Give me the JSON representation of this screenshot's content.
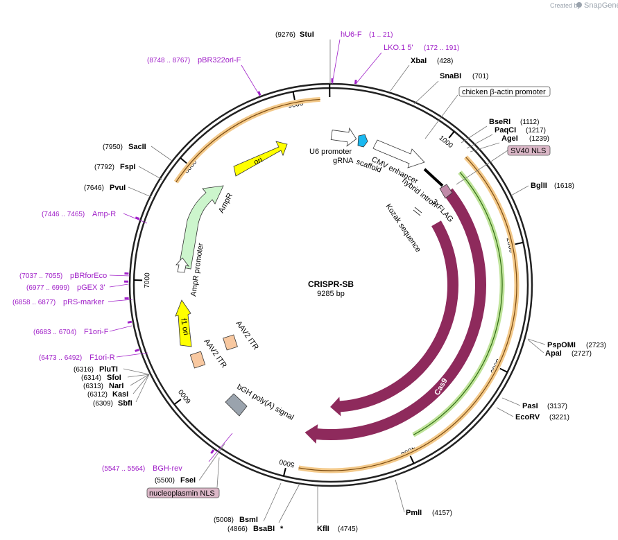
{
  "branding": {
    "created_by": "Created by",
    "app": "SnapGene"
  },
  "plasmid": {
    "name": "CRISPR-SB",
    "size": "9285 bp"
  },
  "ticks": [
    "1000",
    "2000",
    "3000",
    "4000",
    "5000",
    "6000",
    "7000",
    "8000",
    "9000"
  ],
  "enzymes": [
    {
      "name": "StuI",
      "pos": "(9276)"
    },
    {
      "name": "XbaI",
      "pos": "(428)"
    },
    {
      "name": "SnaBI",
      "pos": "(701)"
    },
    {
      "name": "BseRI",
      "pos": "(1112)"
    },
    {
      "name": "PaqCI",
      "pos": "(1217)"
    },
    {
      "name": "AgeI",
      "pos": "(1239)"
    },
    {
      "name": "BglII",
      "pos": "(1618)"
    },
    {
      "name": "PspOMI",
      "pos": "(2723)"
    },
    {
      "name": "ApaI",
      "pos": "(2727)"
    },
    {
      "name": "PasI",
      "pos": "(3137)"
    },
    {
      "name": "EcoRV",
      "pos": "(3221)"
    },
    {
      "name": "PmlI",
      "pos": "(4157)"
    },
    {
      "name": "KflI",
      "pos": "(4745)"
    },
    {
      "name": "BsaBI",
      "pos": "(4866)",
      "mark": "*"
    },
    {
      "name": "BsmI",
      "pos": "(5008)"
    },
    {
      "name": "FseI",
      "pos": "(5500)"
    },
    {
      "name": "SbfI",
      "pos": "(6309)"
    },
    {
      "name": "KasI",
      "pos": "(6312)"
    },
    {
      "name": "NarI",
      "pos": "(6313)"
    },
    {
      "name": "SfoI",
      "pos": "(6314)"
    },
    {
      "name": "PluTI",
      "pos": "(6316)"
    },
    {
      "name": "PvuI",
      "pos": "(7646)"
    },
    {
      "name": "FspI",
      "pos": "(7792)"
    },
    {
      "name": "SacII",
      "pos": "(7950)"
    }
  ],
  "primers": [
    {
      "name": "hU6-F",
      "range": "(1 .. 21)"
    },
    {
      "name": "LKO.1 5'",
      "range": "(172 .. 191)"
    },
    {
      "name": "pBR322ori-F",
      "range": "(8748 .. 8767)"
    },
    {
      "name": "Amp-R",
      "range": "(7446 .. 7465)"
    },
    {
      "name": "pBRforEco",
      "range": "(7037 .. 7055)"
    },
    {
      "name": "pGEX 3'",
      "range": "(6977 .. 6999)"
    },
    {
      "name": "pRS-marker",
      "range": "(6858 .. 6877)"
    },
    {
      "name": "F1ori-F",
      "range": "(6683 .. 6704)"
    },
    {
      "name": "F1ori-R",
      "range": "(6473 .. 6492)"
    },
    {
      "name": "BGH-rev",
      "range": "(5547 .. 5564)"
    }
  ],
  "boxed_labels": {
    "chicken_actin": "chicken β-actin promoter",
    "sv40": "SV40 NLS",
    "nucleoplasmin": "nucleoplasmin NLS"
  },
  "features": {
    "u6_promoter": "U6 promoter",
    "grna": "gRNA",
    "scaffold": "scaffold",
    "cmv": "CMV enhancer",
    "hybrid_intron": "hybrid intron",
    "flag": "3xFLAG",
    "kozak": "Kozak sequence",
    "cas9_inner": "Cas9",
    "cas9_outer": "Cas9",
    "bgh": "bGH poly(A) signal",
    "ori": "ori",
    "ampr": "AmpR",
    "ampr_promoter": "AmpR promoter",
    "f1ori": "f1 ori",
    "aav2_itr_a": "AAV2 ITR",
    "aav2_itr_b": "AAV2 ITR"
  },
  "colors": {
    "backbone": "#222222",
    "cas9": "#8e2a5c",
    "ori": "#ffff00",
    "ampr": "#ccf5cc",
    "f1ori": "#ffff00",
    "itr": "#f8c8a0",
    "grna": "#19b8f0",
    "bgh": "#9aa3ad",
    "primer": "#a020c8",
    "orf_orange": "#e8a040",
    "orf_green": "#5a9e28"
  }
}
